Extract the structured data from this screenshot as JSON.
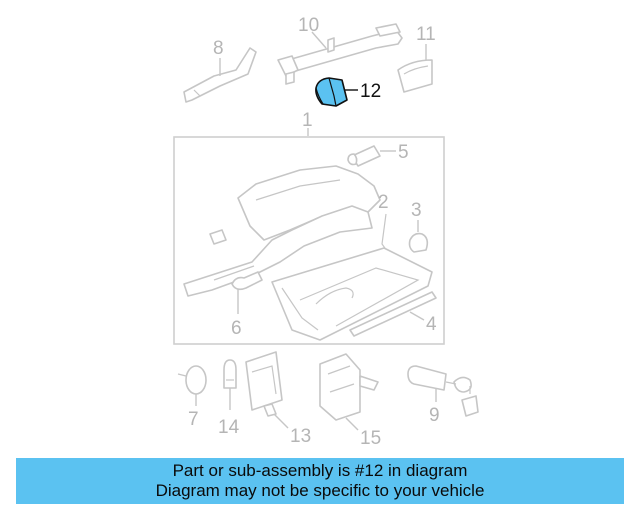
{
  "diagram": {
    "highlight_color": "#5bc2f1",
    "callouts": {
      "c1": "1",
      "c2": "2",
      "c3": "3",
      "c4": "4",
      "c5": "5",
      "c6": "6",
      "c7": "7",
      "c8": "8",
      "c9": "9",
      "c10": "10",
      "c11": "11",
      "c12": "12",
      "c13": "13",
      "c14": "14",
      "c15": "15"
    },
    "highlighted_part": "12"
  },
  "banner": {
    "line1": "Part or sub-assembly is #12 in diagram",
    "line2": "Diagram may not be specific to your vehicle",
    "color": "#5bc2f1"
  }
}
